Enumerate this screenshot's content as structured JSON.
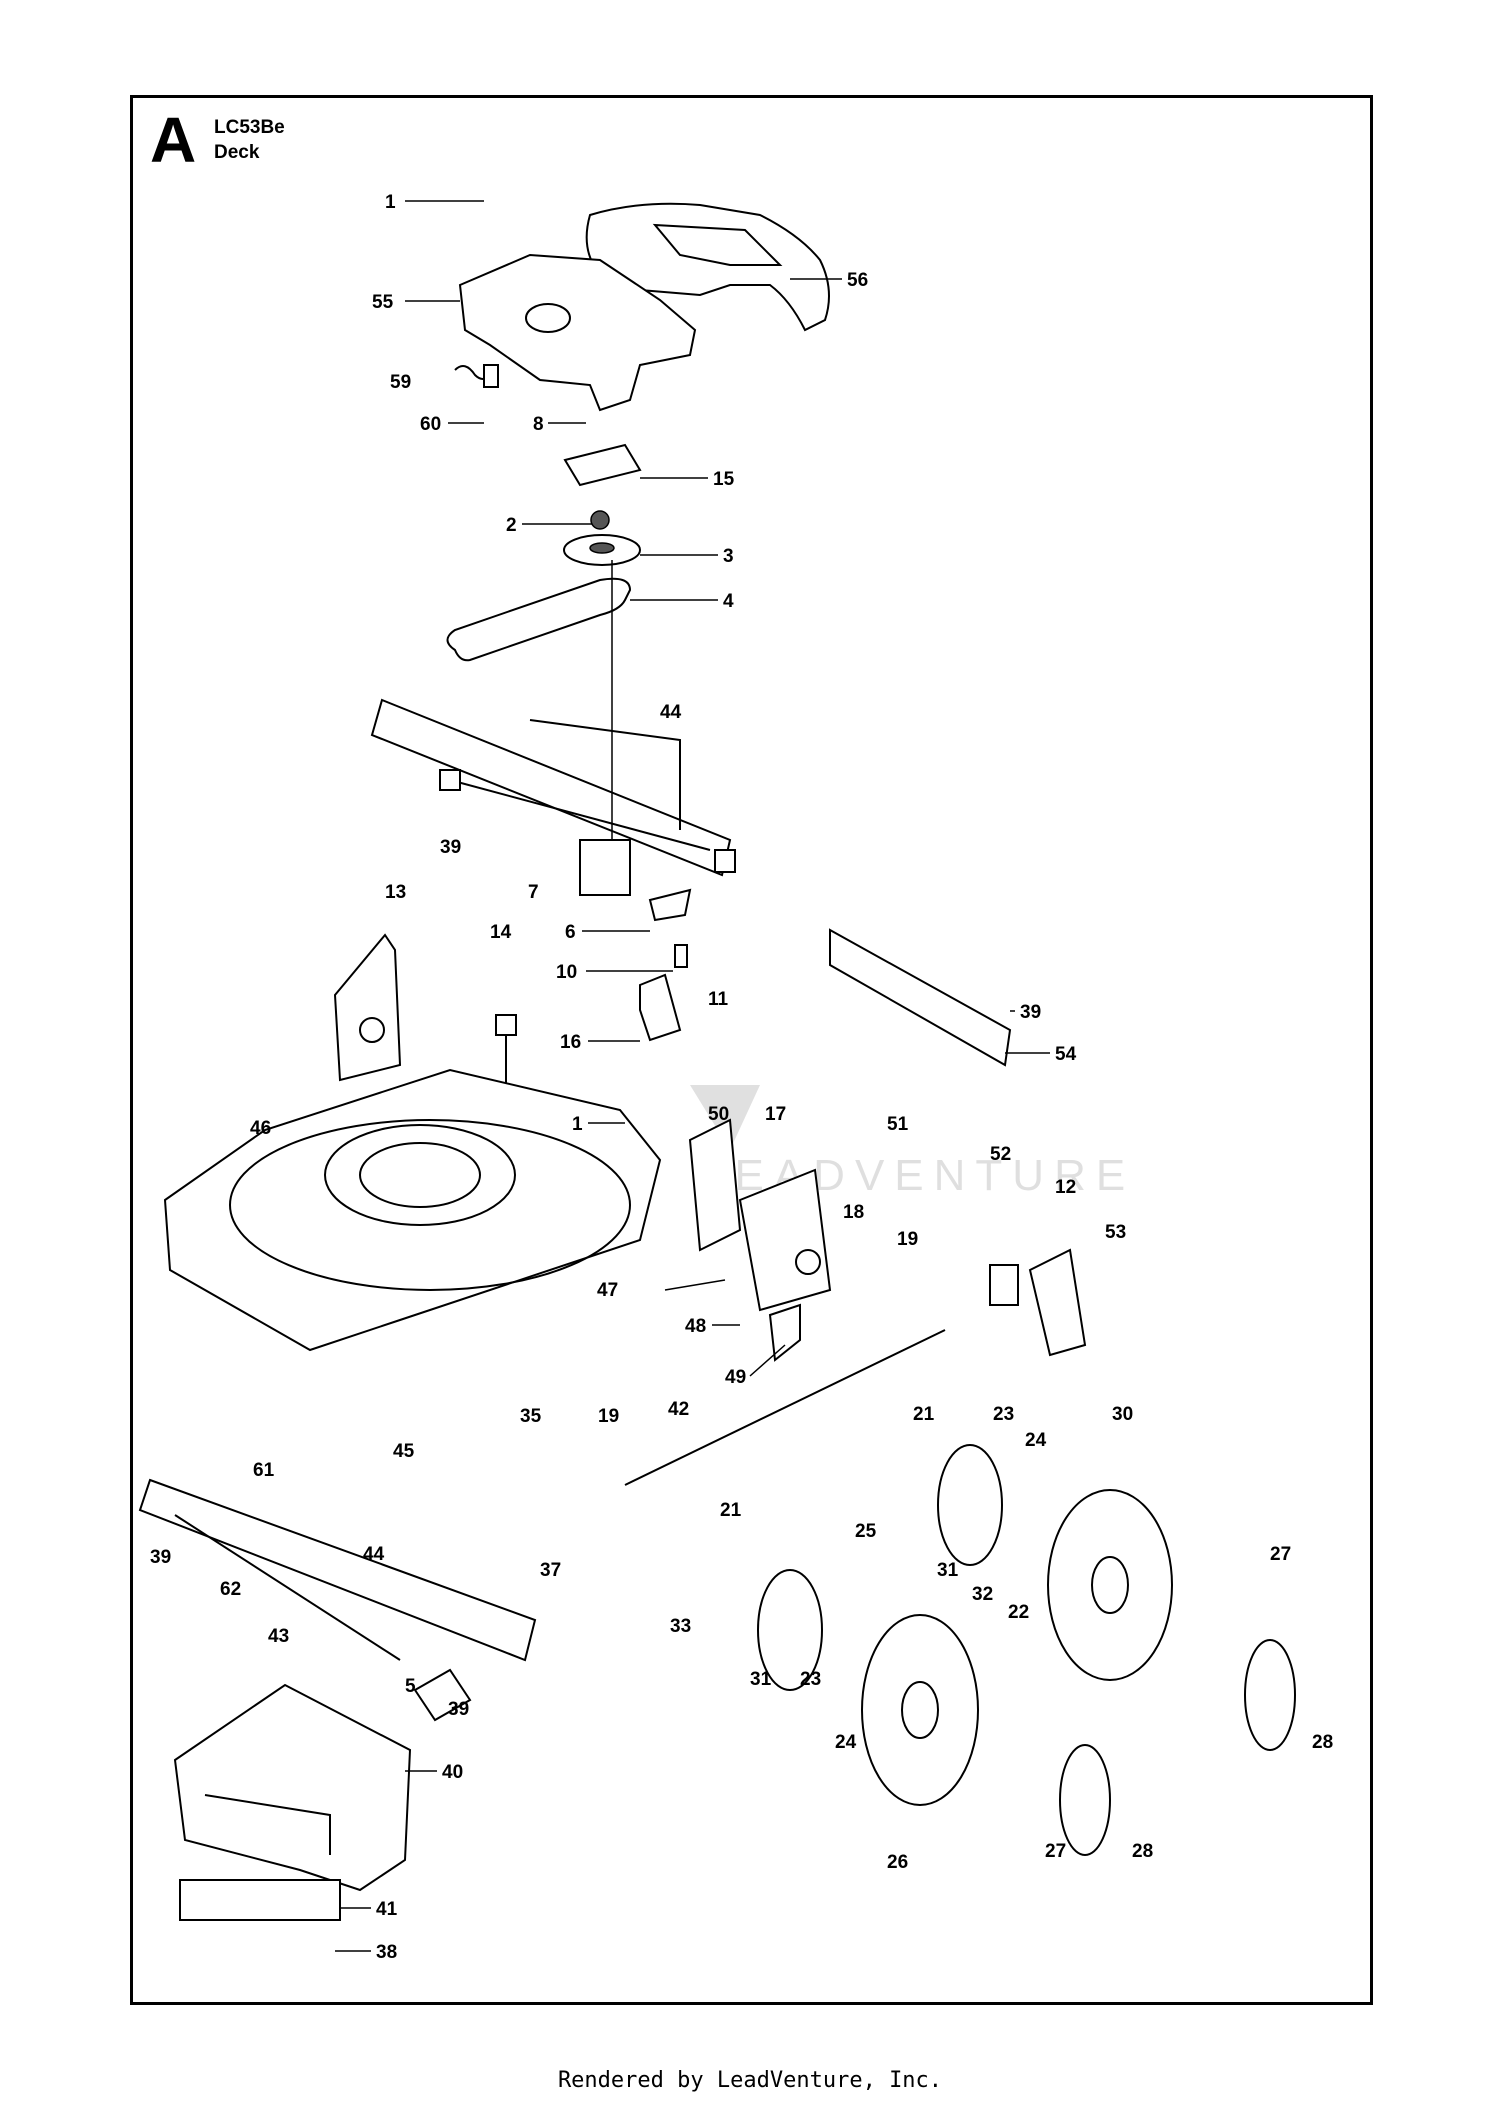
{
  "header": {
    "section_letter": "A",
    "model": "LC53Be",
    "section": "Deck"
  },
  "callouts": [
    "1",
    "55",
    "56",
    "59",
    "60",
    "8",
    "15",
    "2",
    "3",
    "4",
    "44",
    "39",
    "7",
    "13",
    "14",
    "6",
    "10",
    "11",
    "39",
    "54",
    "16",
    "1",
    "51",
    "46",
    "50",
    "17",
    "52",
    "12",
    "53",
    "18",
    "19",
    "47",
    "48",
    "49",
    "42",
    "35",
    "19",
    "21",
    "23",
    "30",
    "24",
    "45",
    "61",
    "37",
    "25",
    "21",
    "31",
    "22",
    "32",
    "27",
    "39",
    "44",
    "62",
    "33",
    "31",
    "23",
    "43",
    "5",
    "39",
    "28",
    "40",
    "24",
    "26",
    "27",
    "28",
    "41",
    "38"
  ],
  "watermark": "LEADVENTURE",
  "footer": "Rendered by LeadVenture, Inc."
}
